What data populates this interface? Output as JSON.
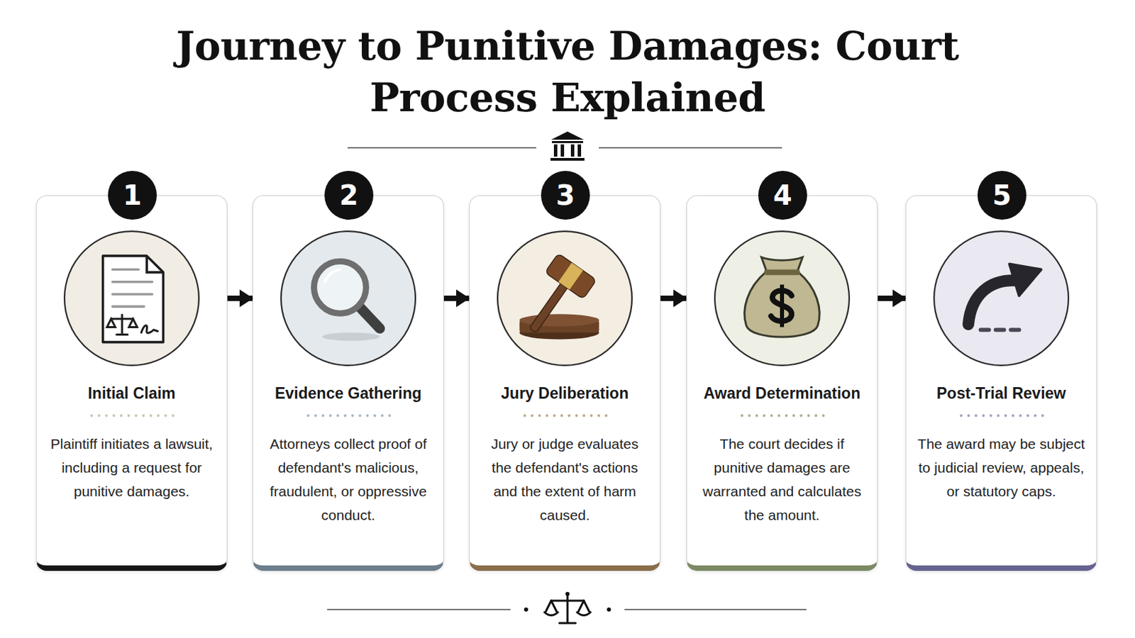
{
  "diagram": {
    "title": "Journey to Punitive Damages: Court Process Explained",
    "nodes": [
      {
        "text": [
          "1",
          "Initial Claim",
          "Plaintiff initiates a lawsuit, including a request for punitive damages."
        ]
      },
      {
        "text": [
          "2",
          "Evidence Gathering",
          "Attorneys collect proof of defendant's malicious, fraudulent, or oppressive conduct."
        ]
      },
      {
        "text": [
          "3",
          "Jury Deliberation",
          "Jury or judge evaluates the defendant's actions and the extent of harm caused."
        ]
      },
      {
        "text": [
          "4",
          "Award Determination",
          "The court decides if punitive damages are warranted and calculates the amount."
        ]
      },
      {
        "text": [
          "5",
          "Post-Trial Review",
          "The award may be subject to judicial review, appeals, or statutory caps."
        ]
      }
    ],
    "edges": [
      {
        "from": 0,
        "to": 1,
        "arrow": "to"
      },
      {
        "from": 1,
        "to": 2,
        "arrow": "to"
      },
      {
        "from": 2,
        "to": 3,
        "arrow": "to"
      },
      {
        "from": 3,
        "to": 4,
        "arrow": "to"
      }
    ]
  }
}
